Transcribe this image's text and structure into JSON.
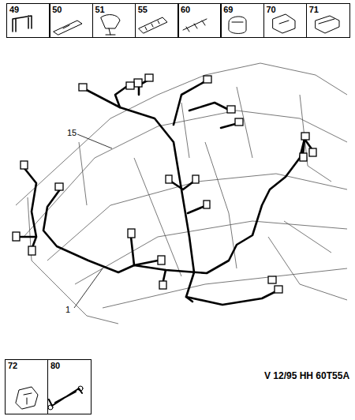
{
  "diagram": {
    "nodes": [
      {
        "text": [
          "49"
        ]
      },
      {
        "text": [
          "50"
        ]
      },
      {
        "text": [
          "51"
        ]
      },
      {
        "text": [
          "55"
        ]
      },
      {
        "text": [
          "60"
        ]
      },
      {
        "text": [
          "69"
        ]
      },
      {
        "text": [
          "70"
        ]
      },
      {
        "text": [
          "71"
        ]
      },
      {
        "text": [
          "72"
        ]
      },
      {
        "text": [
          "80"
        ]
      }
    ],
    "labels": [
      "15",
      "1",
      "V 12/95 HH 60T55A"
    ]
  }
}
